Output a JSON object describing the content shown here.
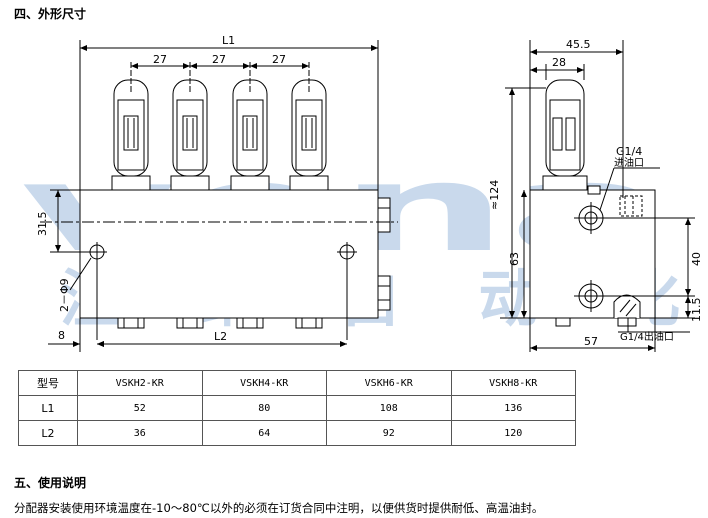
{
  "headings": {
    "section4": "四、外形尺寸",
    "section5": "五、使用说明"
  },
  "note": "分配器安装使用环境温度在-10～80℃以外的必须在订货合同中注明，以便供货时提供耐低、高温油封。",
  "watermark": {
    "latin": "vena",
    "chinese": "温纳自动化",
    "color": "#b7cde6"
  },
  "drawing_labels": {
    "L1": "L1",
    "L2": "L2",
    "pitch": "27",
    "left_offset": "8",
    "height_315": "31.5",
    "holes": "2－Φ9",
    "w455": "45.5",
    "w28": "28",
    "approx124": "≈124",
    "h63": "63",
    "h40": "40",
    "h115": "11.5",
    "w57": "57",
    "inlet": "G1/4",
    "inlet_cn": "进油口",
    "outlet": "G1/4出油口"
  },
  "table": {
    "header": [
      "型号",
      "VSKH2-KR",
      "VSKH4-KR",
      "VSKH6-KR",
      "VSKH8-KR"
    ],
    "rows": [
      [
        "L1",
        "52",
        "80",
        "108",
        "136"
      ],
      [
        "L2",
        "36",
        "64",
        "92",
        "120"
      ]
    ]
  }
}
